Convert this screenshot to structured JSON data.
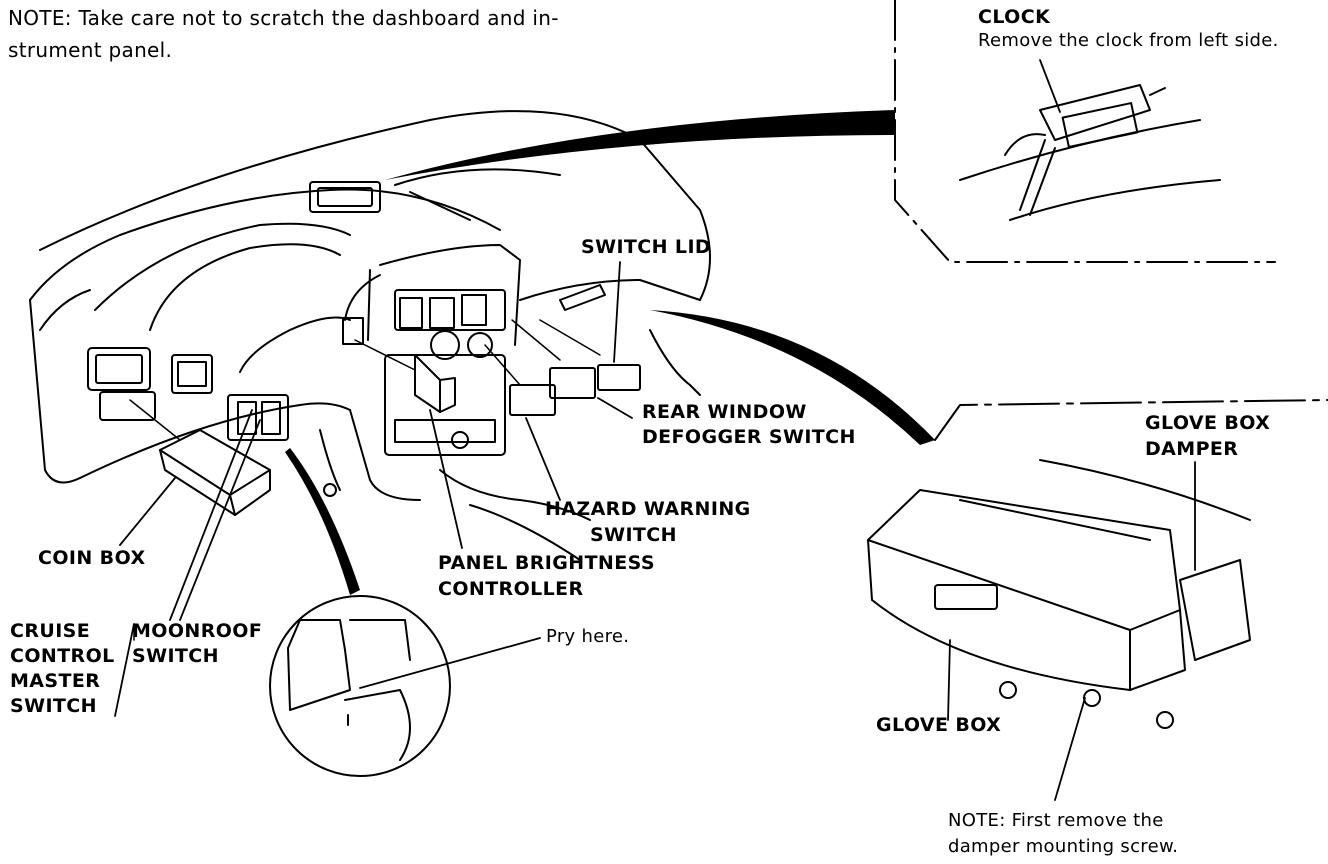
{
  "note_top": {
    "line1": "NOTE:  Take care not to scratch the dashboard and in-",
    "line2": "strument panel."
  },
  "clock": {
    "title": "CLOCK",
    "instruction": "Remove the clock from left side."
  },
  "labels": {
    "switch_lid": "SWITCH LID",
    "rear_window_1": "REAR WINDOW",
    "rear_window_2": "DEFOGGER SWITCH",
    "hazard_1": "HAZARD WARNING",
    "hazard_2": "SWITCH",
    "panel_1": "PANEL BRIGHTNESS",
    "panel_2": "CONTROLLER",
    "coin_box": "COIN BOX",
    "cruise_1": "CRUISE",
    "cruise_2": "CONTROL",
    "cruise_3": "MASTER",
    "cruise_4": "SWITCH",
    "moonroof_1": "MOONROOF",
    "moonroof_2": "SWITCH",
    "pry_here": "Pry here.",
    "glove_box": "GLOVE BOX",
    "glove_damper_1": "GLOVE BOX",
    "glove_damper_2": "DAMPER"
  },
  "note_bottom": {
    "line1": "NOTE:  First remove the",
    "line2": "damper mounting screw."
  }
}
